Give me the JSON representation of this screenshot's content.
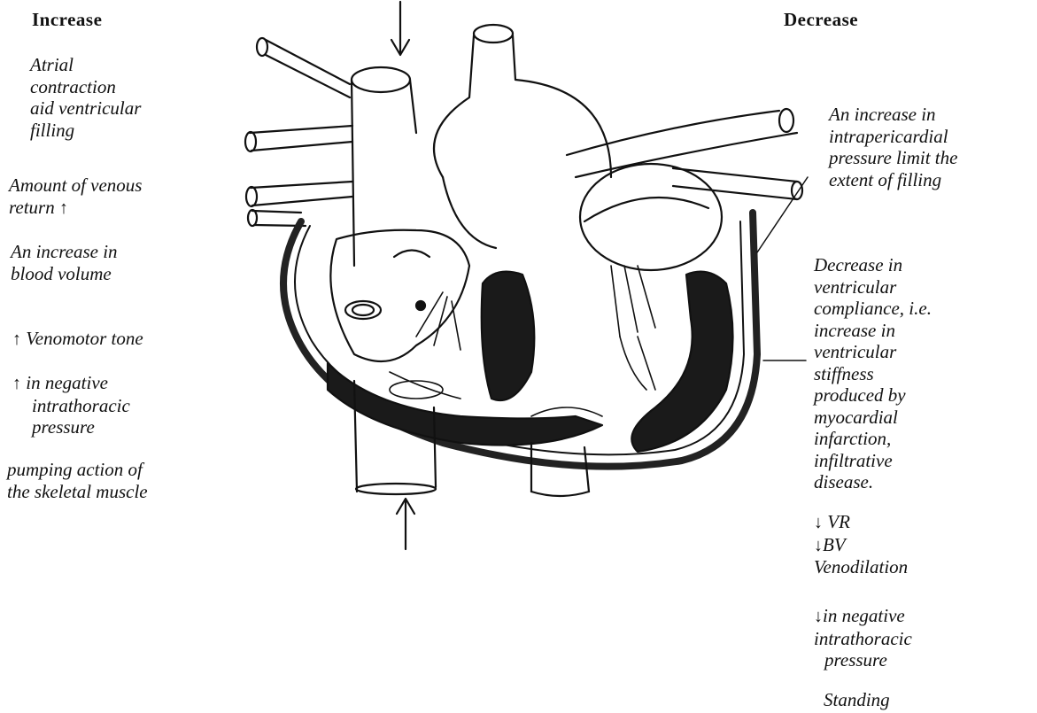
{
  "headers": {
    "increase": "Increase",
    "decrease": "Decrease"
  },
  "arrows": {
    "up": "↑",
    "down": "↓"
  },
  "left": {
    "atrial": [
      "Atrial",
      "contraction",
      "aid ventricular",
      "filling"
    ],
    "venous": [
      "Amount of venous",
      "return"
    ],
    "volume": [
      "An increase in",
      "blood volume"
    ],
    "venomotor": "Venomotor tone",
    "intrathoracic": [
      "in negative",
      "intrathoracic",
      "pressure"
    ],
    "pumping": [
      "pumping action of",
      "the skeletal muscle"
    ]
  },
  "right": {
    "pericardial": [
      "An increase in",
      "intrapericardial",
      "pressure limit the",
      "extent of filling"
    ],
    "compliance": [
      "Decrease in",
      "ventricular",
      "compliance, i.e.",
      "increase in",
      "ventricular",
      "stiffness",
      "produced by",
      "myocardial",
      "infarction,",
      "infiltrative",
      "disease."
    ],
    "vr": "VR",
    "bv": "BV",
    "venodilation": "Venodilation",
    "intrathoracic": [
      "in negative",
      "intrathoracic",
      "pressure"
    ],
    "standing": "Standing"
  }
}
